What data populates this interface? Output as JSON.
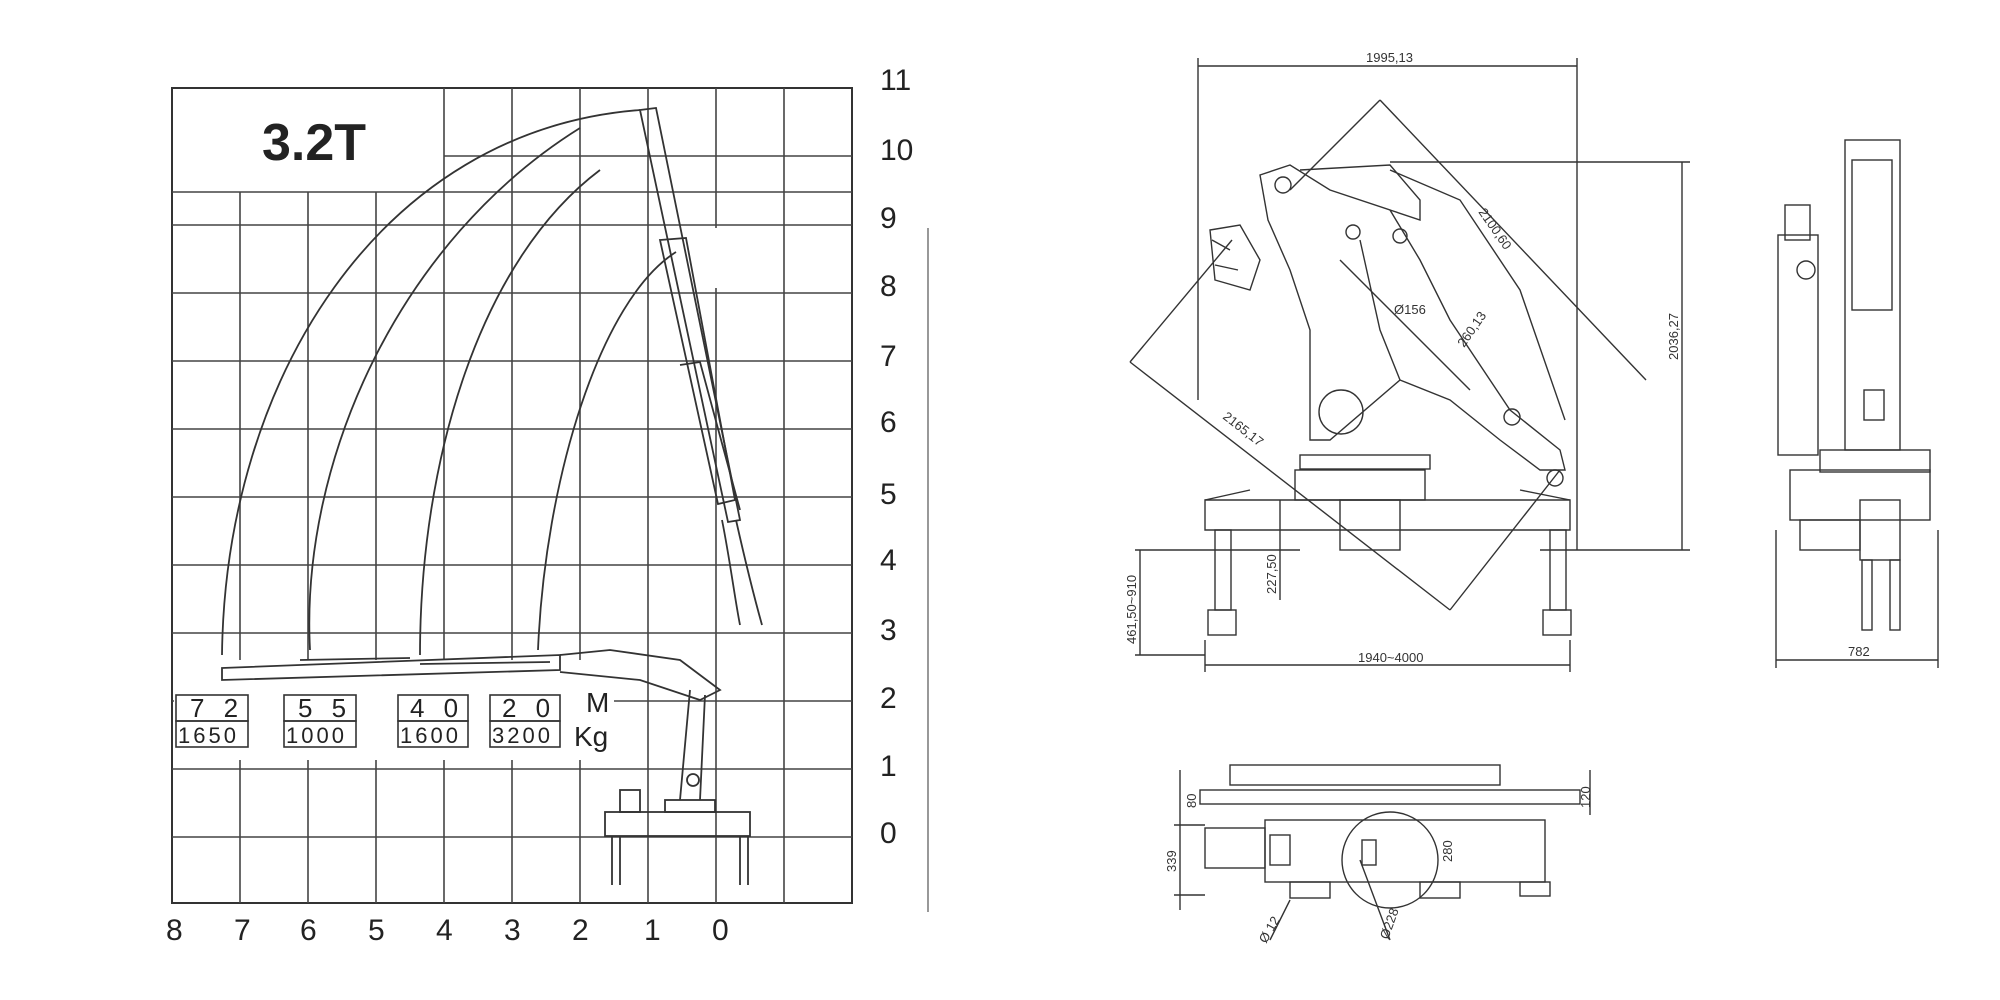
{
  "load_chart": {
    "title": "3.2T",
    "y_ticks": [
      "11",
      "10",
      "9",
      "8",
      "7",
      "6",
      "5",
      "4",
      "3",
      "2",
      "1",
      "0"
    ],
    "x_ticks": [
      "8",
      "7",
      "6",
      "5",
      "4",
      "3",
      "2",
      "1",
      "0"
    ],
    "unit_distance": "M",
    "unit_weight": "Kg",
    "load_boxes": [
      {
        "reach": "7 2",
        "load": "1650"
      },
      {
        "reach": "5 5",
        "load": "1000"
      },
      {
        "reach": "4 0",
        "load": "1600"
      },
      {
        "reach": "2 0",
        "load": "3200"
      }
    ]
  },
  "side_view": {
    "dim_top": "1995,13",
    "dim_diag_long": "2100,60",
    "dim_height": "2036,27",
    "dim_pin": "Ø156",
    "dim_arm": "260,13",
    "dim_diag_left": "2165,17",
    "dim_base_height": "227,50",
    "dim_leg_range": "461,50~910",
    "dim_outrigger": "1940~4000"
  },
  "end_view": {
    "dim_width": "782"
  },
  "top_view": {
    "dim_80": "80",
    "dim_120": "120",
    "dim_339": "339",
    "dim_280": "280",
    "dim_hole": "Ø 12",
    "dim_bolt": "Ø228"
  }
}
